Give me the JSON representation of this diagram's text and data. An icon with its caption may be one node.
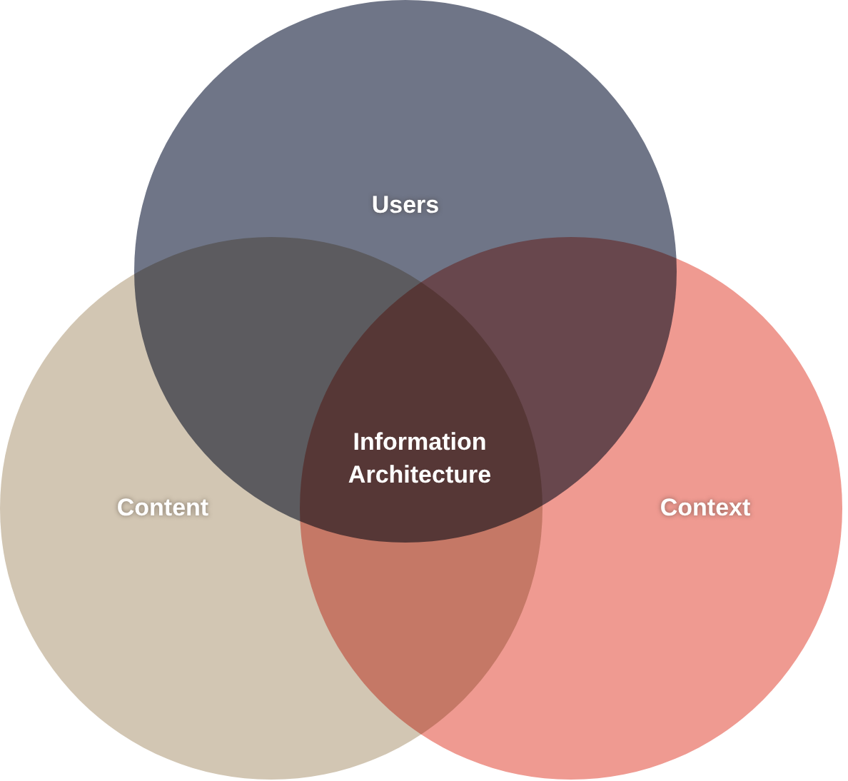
{
  "diagram": {
    "nodes": [
      {
        "text": [
          "Users"
        ]
      },
      {
        "text": [
          "Content"
        ]
      },
      {
        "text": [
          "Context"
        ]
      }
    ],
    "labels": [
      "Information Architecture"
    ]
  }
}
